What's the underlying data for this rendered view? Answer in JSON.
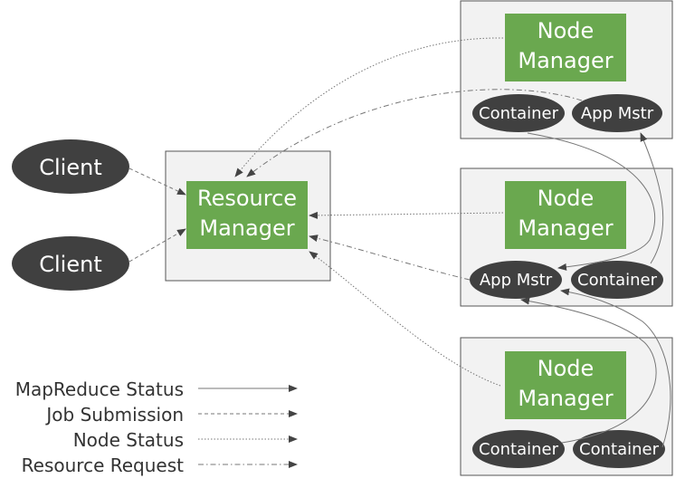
{
  "clients": [
    {
      "label": "Client"
    },
    {
      "label": "Client"
    }
  ],
  "resource_manager": {
    "line1": "Resource",
    "line2": "Manager"
  },
  "nodes": [
    {
      "line1": "Node",
      "line2": "Manager",
      "pills": [
        "Container",
        "App Mstr"
      ]
    },
    {
      "line1": "Node",
      "line2": "Manager",
      "pills": [
        "App Mstr",
        "Container"
      ]
    },
    {
      "line1": "Node",
      "line2": "Manager",
      "pills": [
        "Container",
        "Container"
      ]
    }
  ],
  "legend": [
    {
      "label": "MapReduce Status",
      "style": "solid"
    },
    {
      "label": "Job Submission",
      "style": "dashed"
    },
    {
      "label": "Node Status",
      "style": "dotted"
    },
    {
      "label": "Resource Request",
      "style": "dashdot"
    }
  ],
  "colors": {
    "green": "#6aa84f",
    "dark_pill": "#404040",
    "panel": "#f2f2f2"
  }
}
